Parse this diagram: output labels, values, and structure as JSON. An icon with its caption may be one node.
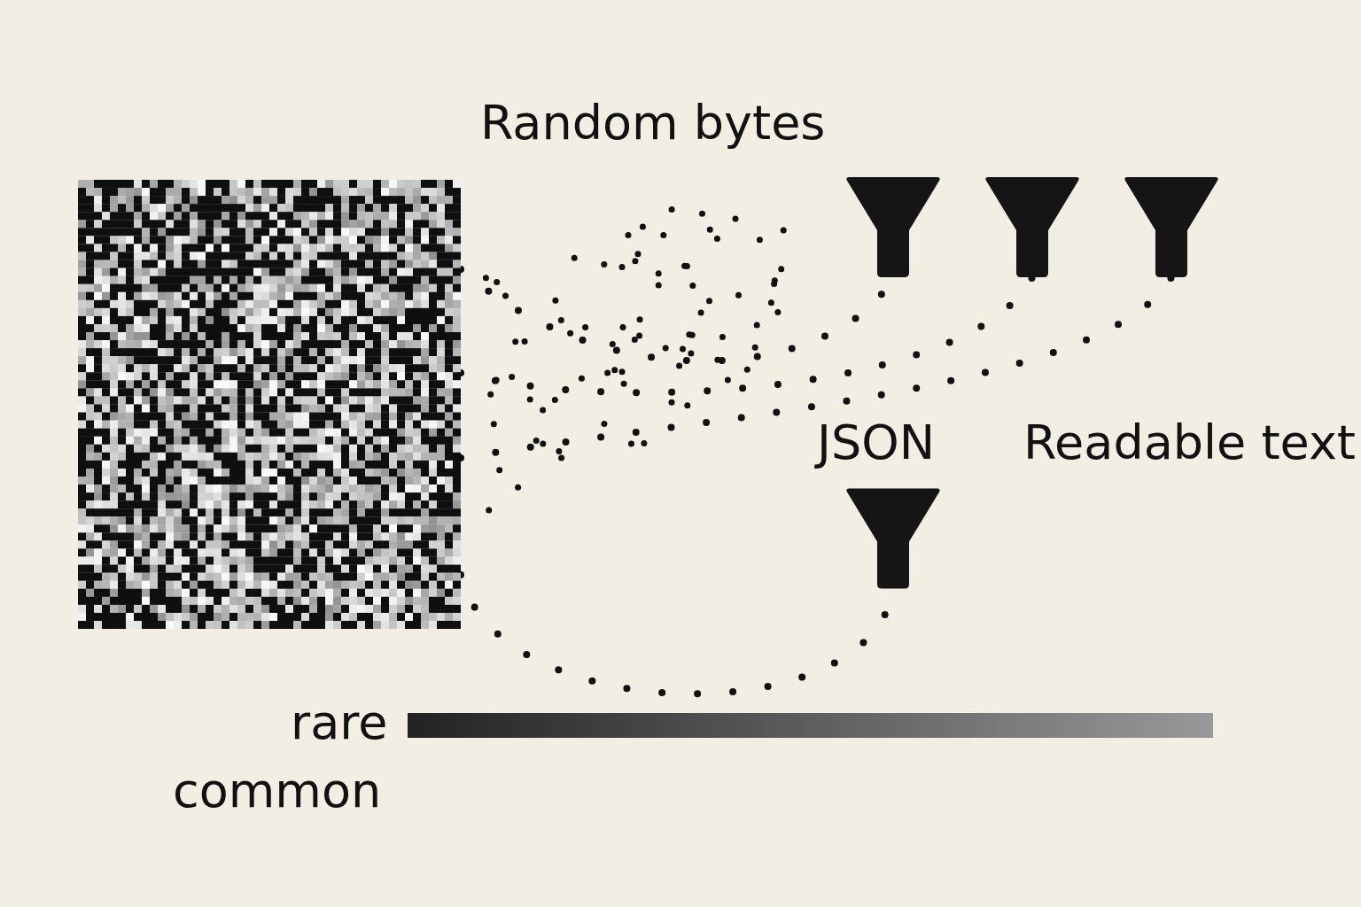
{
  "diagram": {
    "nodes": [
      {
        "text": [],
        "shape": "picture"
      },
      {
        "text": [],
        "shape": "funnel"
      },
      {
        "text": [],
        "shape": "funnel"
      },
      {
        "text": [],
        "shape": "funnel"
      },
      {
        "text": [],
        "shape": "funnel"
      },
      {
        "text": [],
        "shape": "bar"
      }
    ],
    "edges": [
      {
        "from": 0,
        "to": 1,
        "arrow": "none",
        "style": "dashed"
      },
      {
        "from": 0,
        "to": 2,
        "arrow": "none",
        "style": "dashed"
      },
      {
        "from": 0,
        "to": 3,
        "arrow": "none",
        "style": "dashed"
      },
      {
        "from": 0,
        "to": 4,
        "arrow": "none",
        "style": "dashed"
      }
    ],
    "labels": [
      "Random bytes",
      "JSON",
      "Readable text",
      "rare",
      "common"
    ]
  }
}
